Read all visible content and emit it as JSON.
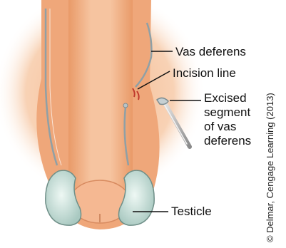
{
  "labels": {
    "vas_deferens": "Vas deferens",
    "incision_line": "Incision line",
    "excised_segment": [
      "Excised",
      "segment",
      "of vas",
      "deferens"
    ],
    "testicle": "Testicle"
  },
  "credit": "© Delmar, Cengage Learning (2013)",
  "colors": {
    "skin": "#f0ab7d",
    "skin_light": "#f6caa6",
    "halo": "#f3c3a1",
    "vas": "#8fa0a6",
    "testicle_fill": "#dbeee8",
    "incision": "#c0392b"
  }
}
